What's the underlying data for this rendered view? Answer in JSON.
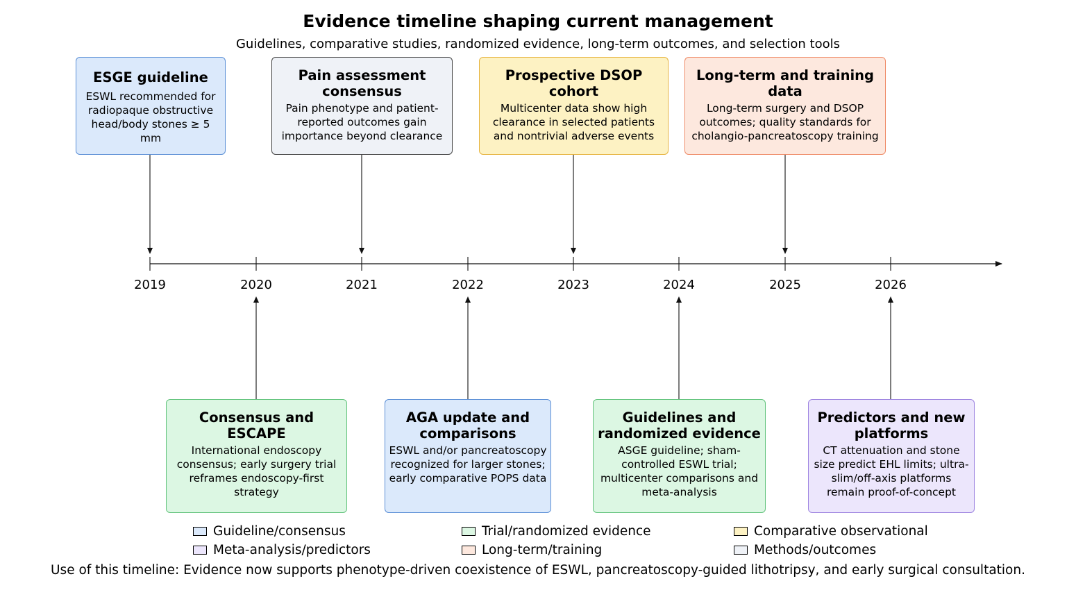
{
  "title": "Evidence timeline shaping current management",
  "subtitle": "Guidelines, comparative studies, randomized evidence, long-term outcomes, and selection tools",
  "years": [
    "2019",
    "2020",
    "2021",
    "2022",
    "2023",
    "2024",
    "2025",
    "2026"
  ],
  "events_top": [
    {
      "year": "2019",
      "category": "guideline",
      "title": "ESGE guideline",
      "body": "ESWL recommended for radiopaque obstructive head/body stones ≥ 5 mm"
    },
    {
      "year": "2021",
      "category": "methods",
      "title": "Pain assessment consensus",
      "body": "Pain phenotype and patient-reported outcomes gain importance beyond clearance"
    },
    {
      "year": "2023",
      "category": "comparative",
      "title": "Prospective DSOP cohort",
      "body": "Multicenter data show high clearance in selected patients and nontrivial adverse events"
    },
    {
      "year": "2025",
      "category": "longterm",
      "title": "Long-term and training data",
      "body": "Long-term surgery and DSOP outcomes; quality standards for cholangio-pancreatoscopy training"
    }
  ],
  "events_bottom": [
    {
      "year": "2020",
      "category": "trial",
      "title": "Consensus and ESCAPE",
      "body": "International endoscopy consensus; early surgery trial reframes endoscopy-first strategy"
    },
    {
      "year": "2022",
      "category": "guideline",
      "title": "AGA update and comparisons",
      "body": "ESWL and/or pancreatoscopy recognized for larger stones; early comparative POPS data"
    },
    {
      "year": "2024",
      "category": "trial",
      "title": "Guidelines and randomized evidence",
      "body": "ASGE guideline; sham-controlled ESWL trial; multicenter comparisons and meta-analysis"
    },
    {
      "year": "2026",
      "category": "meta",
      "title": "Predictors and new platforms",
      "body": "CT attenuation and stone size predict EHL limits; ultra-slim/off-axis platforms remain proof-of-concept"
    }
  ],
  "legend": [
    {
      "key": "guideline",
      "label": "Guideline/consensus",
      "fill": "#dbe9fb",
      "border": "#5b8fd6"
    },
    {
      "key": "trial",
      "label": "Trial/randomized evidence",
      "fill": "#dcf7e3",
      "border": "#62c37c"
    },
    {
      "key": "comparative",
      "label": "Comparative observational",
      "fill": "#fdf2c3",
      "border": "#e6b33c"
    },
    {
      "key": "meta",
      "label": "Meta-analysis/predictors",
      "fill": "#ece6fc",
      "border": "#9d83e0"
    },
    {
      "key": "longterm",
      "label": "Long-term/training",
      "fill": "#fde8de",
      "border": "#ef8a66"
    },
    {
      "key": "methods",
      "label": "Methods/outcomes",
      "fill": "#eff2f7",
      "border": "#444444"
    }
  ],
  "footer": "Use of this timeline: Evidence now supports phenotype-driven coexistence of ESWL, pancreatoscopy-guided lithotripsy, and early surgical consultation."
}
